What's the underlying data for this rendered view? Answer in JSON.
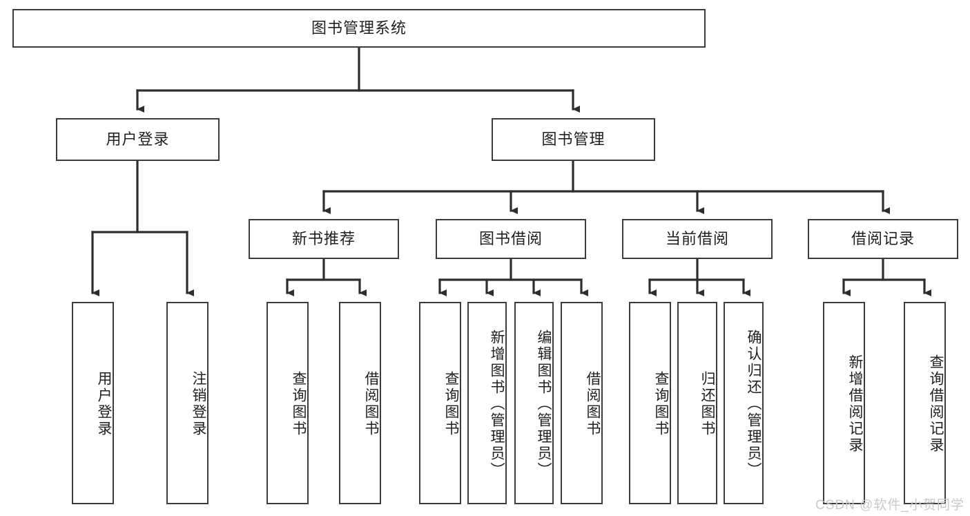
{
  "diagram": {
    "type": "tree-hierarchy-chart",
    "title": "图书管理系统",
    "orientation": "top-down",
    "colors": {
      "box_border": "#3b3b3b",
      "box_fill": "#ffffff",
      "connector": "#2e2e2e",
      "text": "#1f1f1f",
      "watermark": "#c9c9c9"
    },
    "nodes": {
      "root": {
        "label": "图书管理系统",
        "level": 1,
        "text_direction": "horizontal"
      },
      "level2": [
        {
          "id": "user-login",
          "label": "用户登录",
          "text_direction": "horizontal"
        },
        {
          "id": "book-management",
          "label": "图书管理",
          "text_direction": "horizontal"
        }
      ],
      "level3": [
        {
          "id": "new-book-recommend",
          "label": "新书推荐",
          "parent": "book-management",
          "text_direction": "horizontal"
        },
        {
          "id": "book-borrow",
          "label": "图书借阅",
          "parent": "book-management",
          "text_direction": "horizontal"
        },
        {
          "id": "current-borrow",
          "label": "当前借阅",
          "parent": "book-management",
          "text_direction": "horizontal"
        },
        {
          "id": "borrow-record",
          "label": "借阅记录",
          "parent": "book-management",
          "text_direction": "horizontal"
        }
      ],
      "leaves": [
        {
          "id": "leaf-user-login",
          "label": "用户登录",
          "parent": "user-login",
          "text_direction": "vertical"
        },
        {
          "id": "leaf-logout-login",
          "label": "注销登录",
          "parent": "user-login",
          "text_direction": "vertical"
        },
        {
          "id": "leaf-query-book-1",
          "label": "查询图书",
          "parent": "new-book-recommend",
          "text_direction": "vertical"
        },
        {
          "id": "leaf-borrow-book-1",
          "label": "借阅图书",
          "parent": "new-book-recommend",
          "text_direction": "vertical"
        },
        {
          "id": "leaf-query-book-2",
          "label": "查询图书",
          "parent": "book-borrow",
          "text_direction": "vertical"
        },
        {
          "id": "leaf-add-book",
          "label": "新增图书（管理员）",
          "parent": "book-borrow",
          "text_direction": "vertical"
        },
        {
          "id": "leaf-edit-book",
          "label": "编辑图书（管理员）",
          "parent": "book-borrow",
          "text_direction": "vertical"
        },
        {
          "id": "leaf-borrow-book-2",
          "label": "借阅图书",
          "parent": "book-borrow",
          "text_direction": "vertical"
        },
        {
          "id": "leaf-query-book-3",
          "label": "查询图书",
          "parent": "current-borrow",
          "text_direction": "vertical"
        },
        {
          "id": "leaf-return-book",
          "label": "归还图书",
          "parent": "current-borrow",
          "text_direction": "vertical"
        },
        {
          "id": "leaf-confirm-return",
          "label": "确认归还（管理员）",
          "parent": "current-borrow",
          "text_direction": "vertical"
        },
        {
          "id": "leaf-add-record",
          "label": "新增借阅记录",
          "parent": "borrow-record",
          "text_direction": "vertical"
        },
        {
          "id": "leaf-query-record",
          "label": "查询借阅记录",
          "parent": "borrow-record",
          "text_direction": "vertical"
        }
      ]
    },
    "watermark": "CSDN @软件_小贺同学"
  }
}
